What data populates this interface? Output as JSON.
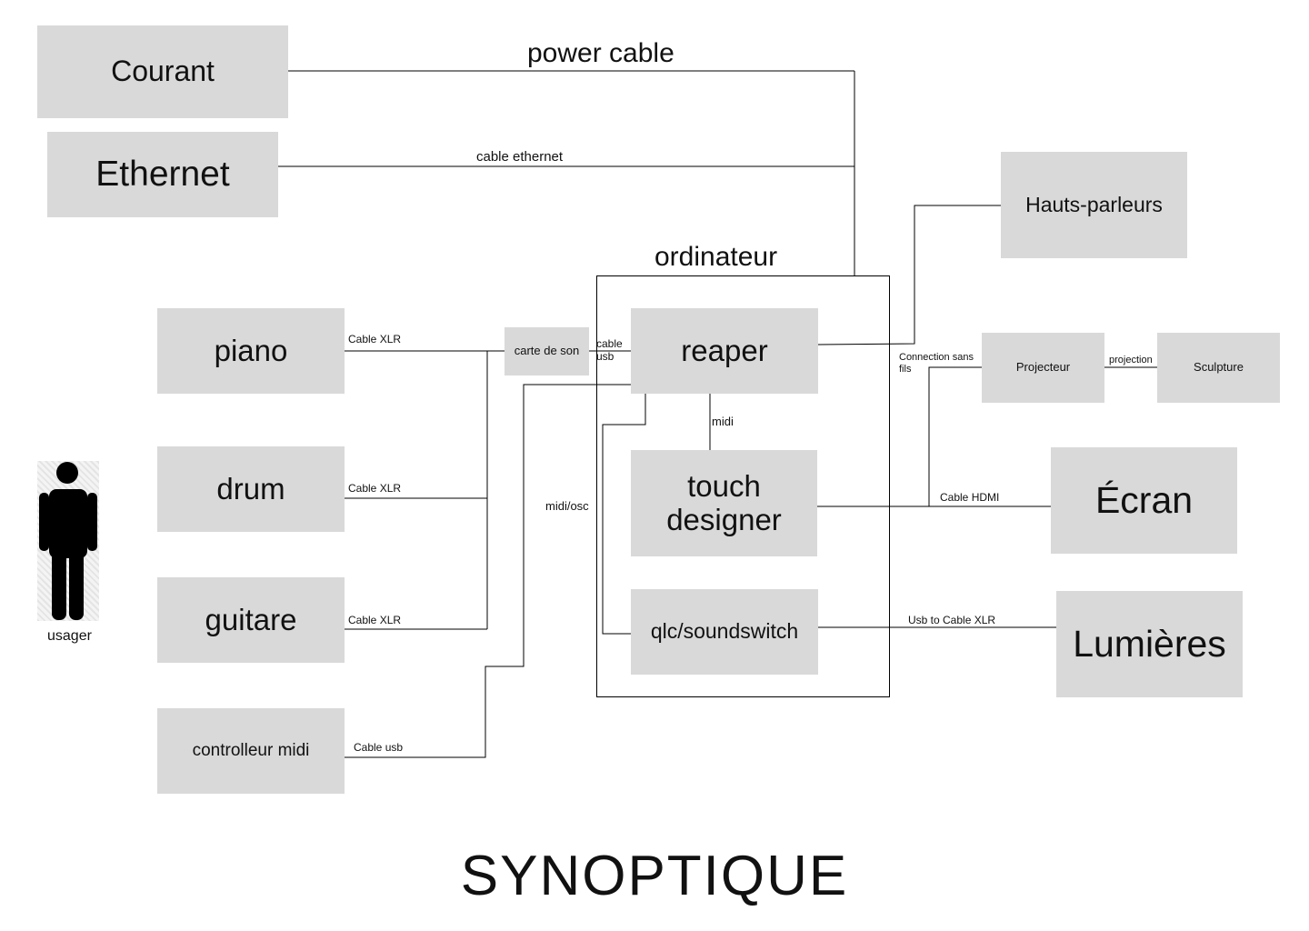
{
  "diagram": {
    "title": "SYNOPTIQUE",
    "computer": {
      "label": "ordinateur"
    },
    "user": {
      "label": "usager"
    },
    "nodes": {
      "courant": "Courant",
      "ethernet": "Ethernet",
      "hauts_parleurs": "Hauts-parleurs",
      "piano": "piano",
      "drum": "drum",
      "guitare": "guitare",
      "controlleur_midi": "controlleur midi",
      "carte_de_son": "carte de son",
      "reaper": "reaper",
      "touch_designer": "touch designer",
      "qlc_soundswitch": "qlc/soundswitch",
      "projecteur": "Projecteur",
      "sculpture": "Sculpture",
      "ecran": "Écran",
      "lumieres": "Lumières"
    },
    "edges": {
      "power_cable": "power cable",
      "cable_ethernet": "cable ethernet",
      "piano_xlr": "Cable XLR",
      "drum_xlr": "Cable XLR",
      "guitare_xlr": "Cable XLR",
      "controller_usb": "Cable usb",
      "cable_usb": "cable usb",
      "midi": "midi",
      "midi_osc": "midi/osc",
      "connection_sans_fils": "Connection sans fils",
      "projection": "projection",
      "cable_hdmi": "Cable HDMI",
      "usb_to_xlr": "Usb to Cable XLR"
    }
  }
}
